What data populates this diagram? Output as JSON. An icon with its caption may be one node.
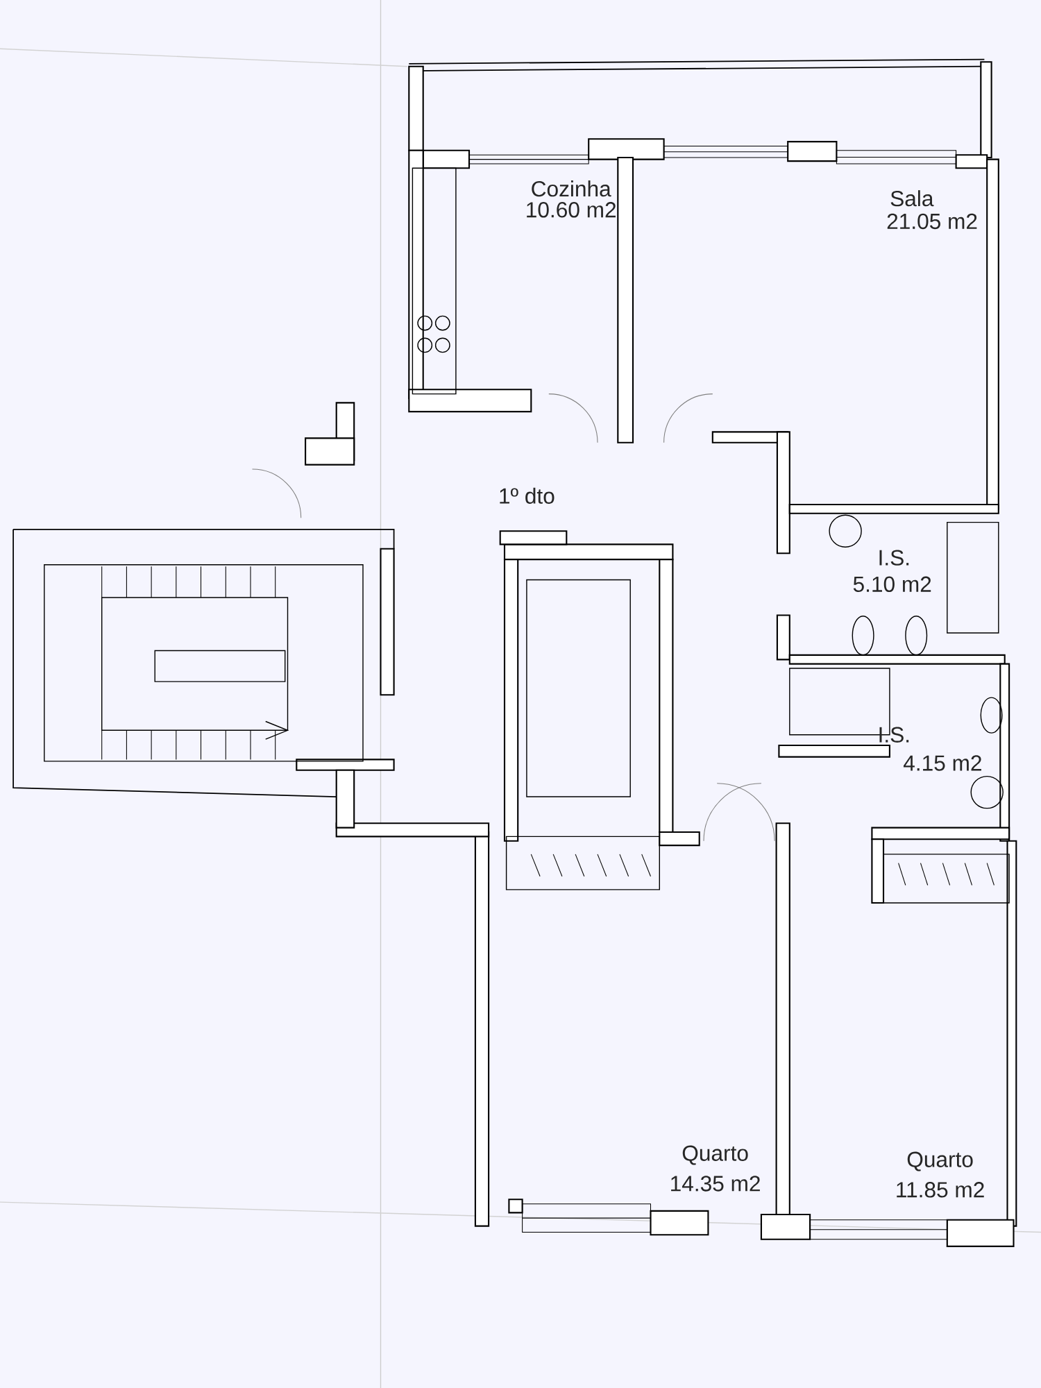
{
  "diagram": {
    "labels": [
      "Cozinha",
      "10.60 m2",
      "Sala",
      "21.05 m2",
      "1º dto",
      "I.S.",
      "5.10 m2",
      "I.S.",
      "4.15 m2",
      "Quarto",
      "14.35 m2",
      "Quarto",
      "11.85 m2"
    ]
  }
}
